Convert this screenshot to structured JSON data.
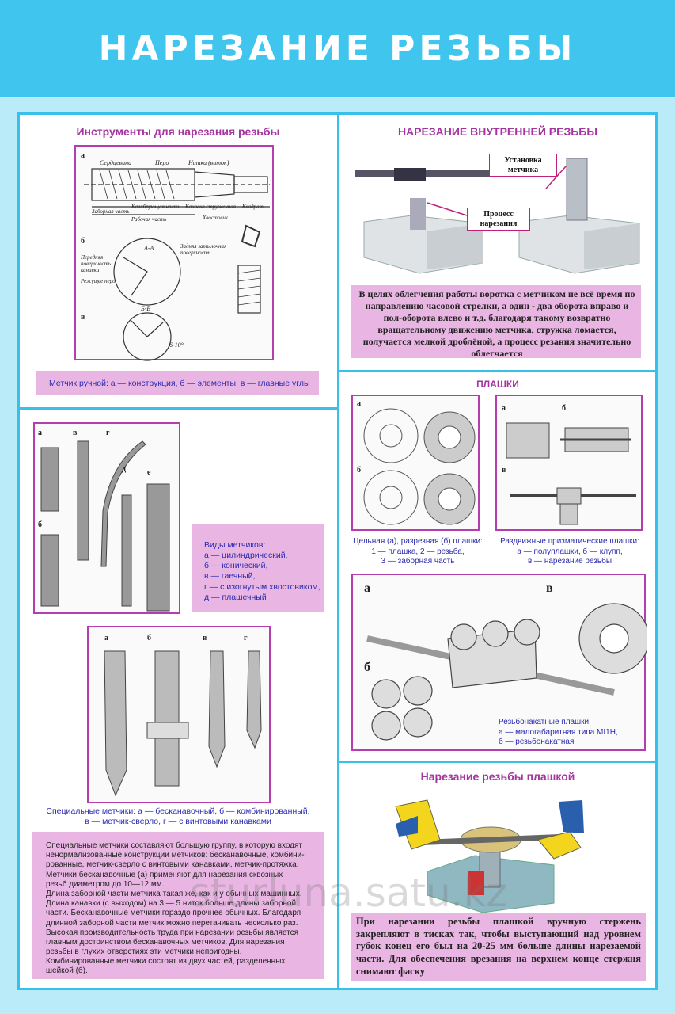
{
  "header": {
    "title": "НАРЕЗАНИЕ РЕЗЬБЫ"
  },
  "instruments": {
    "title": "Инструменты для нарезания резьбы",
    "caption": "Метчик ручной: а — конструкция, б — элементы, в — главные углы",
    "labels": [
      "а",
      "б",
      "в",
      "Сердцевина",
      "Перо",
      "Нитка (виток)",
      "Заборная часть",
      "Калибрующая часть",
      "Рабочая часть",
      "Канавка стружечная",
      "Квадрат",
      "Хвостовик",
      "А-А",
      "Передняя поверхность канавки",
      "Режущее перо",
      "Задняя затылочная поверхность",
      "Б-Б",
      "6-10°"
    ]
  },
  "internal": {
    "title": "НАРЕЗАНИЕ ВНУТРЕННЕЙ РЕЗЬБЫ",
    "callout_install": "Установка метчика",
    "callout_process": "Процесс нарезания",
    "text": "В целях облегчения работы воротка с метчиком  не всё время по направлению часовой стрелки, а один -  два оборота вправо и пол-оборота влево и т.д. благодаря такому возвратно вращательному движению метчика, стружка ломается, получается мелкой дроблёной, а процесс резания значительно облегчается"
  },
  "taps": {
    "caption_lines": [
      "Виды метчиков:",
      "а — цилиндрический,",
      "б — конический,",
      "в — гаечный,",
      "г — с изогнутым хвостовиком,",
      "д — плашечный"
    ],
    "labels": [
      "а",
      "в",
      "г",
      "д",
      "е",
      "б"
    ]
  },
  "special": {
    "labels": [
      "а",
      "б",
      "в",
      "г"
    ],
    "caption_lines": [
      "Специальные метчики: а — бесканавочный, б — комбинированный,",
      "в — метчик-сверло, г — с винтовыми канавками"
    ],
    "text_lines": [
      "Специальные метчики составляют большую группу, в которую входят",
      "ненормализованные конструкции метчиков: бесканавочные, комбини-",
      "рованные, метчик-сверло с винтовыми канавками, метчик-протяжка.",
      "Метчики бесканавочные (а) применяют для нарезания сквозных",
      "резьб диаметром до 10—12 мм.",
      "Длина заборной части метчика такая же, как и у обычных машинных.",
      "Длина канавки (с выходом) на 3 — 5 ниток больше длины заборной",
      "части. Бесканавочные метчики гораздо прочнее обычных. Благодаря",
      "длинной заборной части метчик можно перетачивать несколько раз.",
      "Высокая производительность труда при нарезании резьбы является",
      "главным достоинством бесканавочных метчиков. Для нарезания",
      "резьбы в глухих отверстиях эти метчики непригодны.",
      "Комбинированные метчики состоят из двух частей, разделенных",
      "шейкой (б)."
    ]
  },
  "dies": {
    "title": "ПЛАШКИ",
    "labels_left": [
      "а",
      "б"
    ],
    "labels_right": [
      "а",
      "б",
      "в"
    ],
    "caption_left": [
      "Цельная (а), разрезная (б) плашки:",
      "1 — плашка, 2 — резьба,",
      "3 — заборная часть"
    ],
    "caption_right": [
      "Раздвижные призматические плашки:",
      "а — полуплашки, б — клупп,",
      "в — нарезание резьбы"
    ],
    "roll_labels": [
      "а",
      "в",
      "б"
    ],
    "roll_caption": [
      "Резьбонакатные плашки:",
      "а — малогабаритная типа МI1Н,",
      "б — резьбонакатная"
    ]
  },
  "die_cutting": {
    "title": "Нарезание резьбы плашкой",
    "text": "При нарезании резьбы плашкой вручную стержень закрепляют в тисках так, чтобы выступающий над уровнем губок конец его был на 20-25 мм больше длины нарезаемой части. Для обеспечения врезания на верхнем конце стержня снимают фаску"
  },
  "watermark": "sturluna.satu.kz",
  "colors": {
    "header": "#3fc5ee",
    "background": "#b9ecf8",
    "frame": "#36c0ea",
    "title": "#a533a0",
    "pink": "#e9b6e3",
    "caption": "#2b2bb0"
  }
}
